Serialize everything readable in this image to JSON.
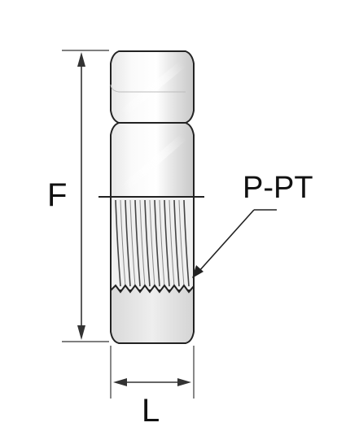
{
  "diagram": {
    "labels": {
      "overall_length": "F",
      "width": "L",
      "thread": "P-PT"
    },
    "colors": {
      "line": "#222222",
      "body_highlight": "#f4f4f4",
      "body_shade": "#cfcfcf",
      "dimension_line": "#333333",
      "thread_shade": "#e2e2e2"
    }
  }
}
